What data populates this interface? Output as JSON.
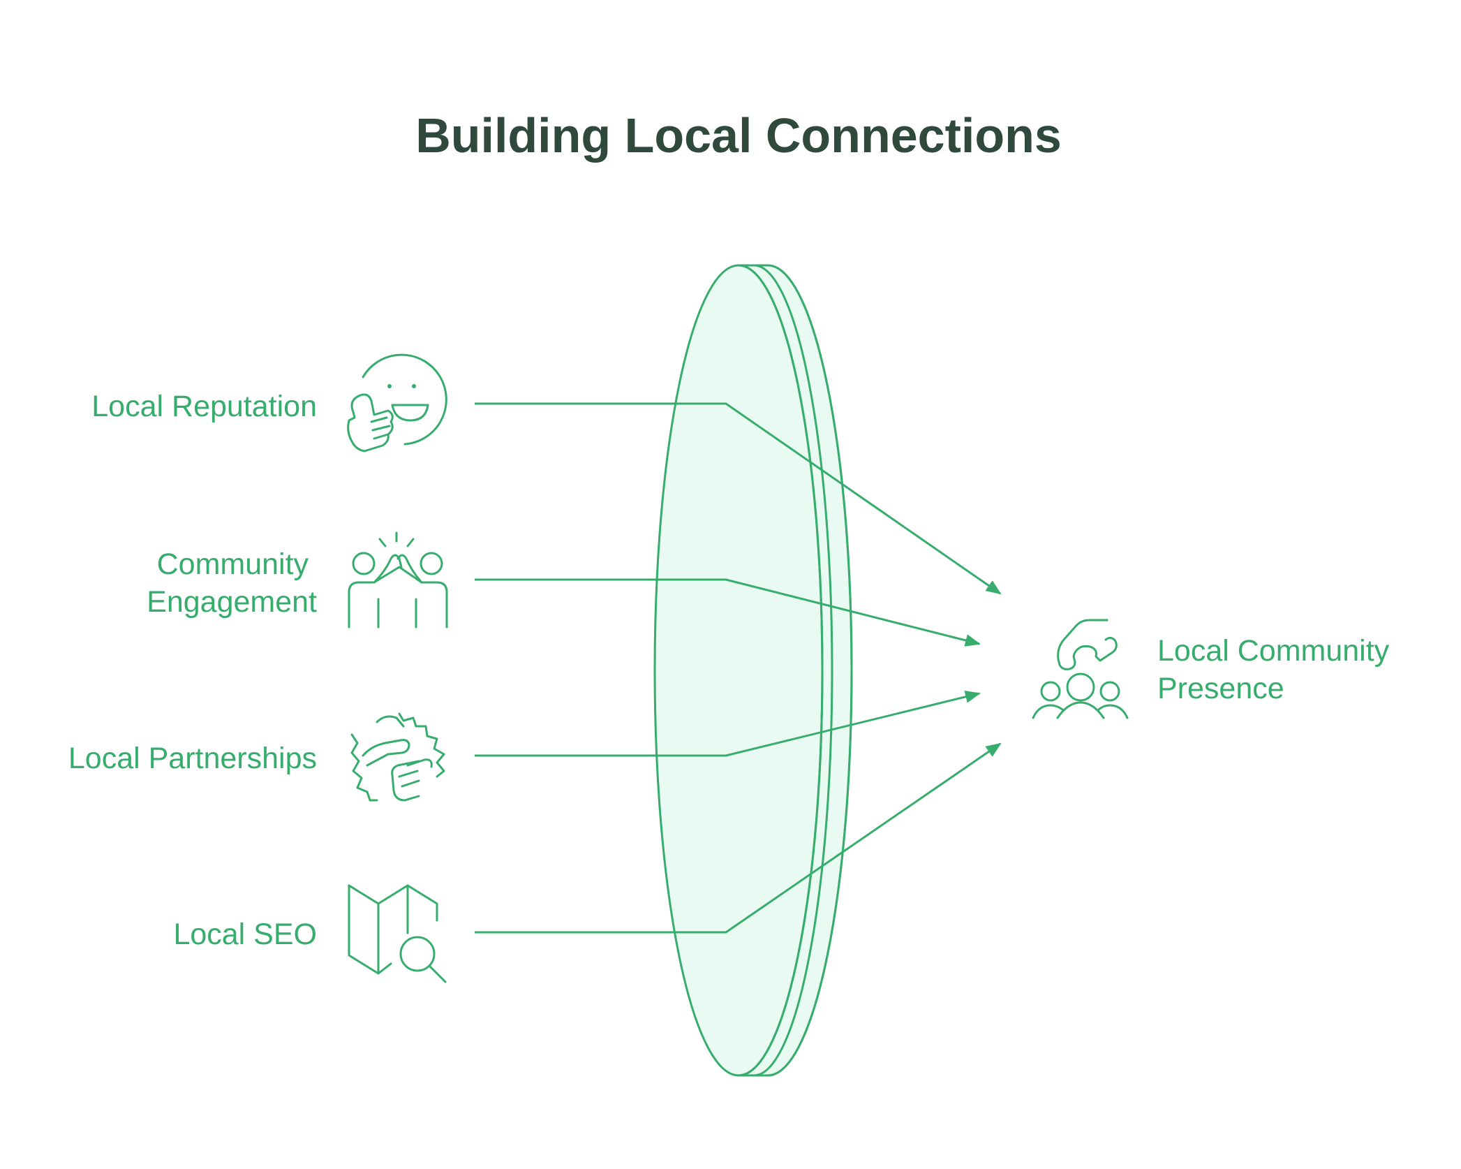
{
  "title": "Building Local Connections",
  "colors": {
    "accent": "#36ad6d",
    "title": "#2f4a3c",
    "lens_fill": "#e8faf1"
  },
  "inputs": [
    {
      "label_lines": [
        "Local Reputation"
      ],
      "icon": "thumbs-up-smiley-icon"
    },
    {
      "label_lines": [
        "Community",
        "Engagement"
      ],
      "icon": "high-five-icon"
    },
    {
      "label_lines": [
        "Local Partnerships"
      ],
      "icon": "handshake-icon"
    },
    {
      "label_lines": [
        "Local SEO"
      ],
      "icon": "map-search-icon"
    }
  ],
  "output": {
    "label_lines": [
      "Local Community",
      "Presence"
    ],
    "icon": "community-group-icon"
  }
}
